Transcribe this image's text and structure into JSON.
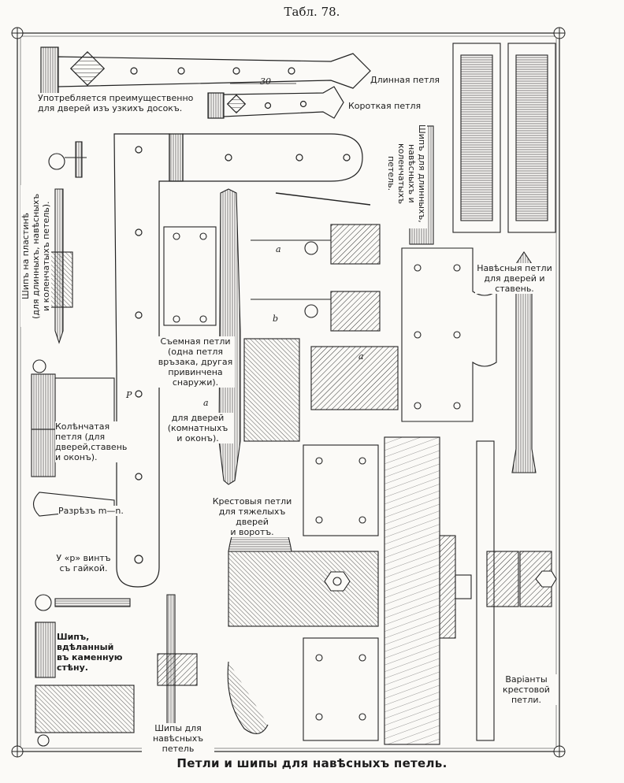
{
  "plate": {
    "title": "Табл. 78.",
    "caption": "Петли и шипы для навѣсныхъ петель."
  },
  "labels": {
    "long_hinge": "Длинная петля",
    "short_hinge": "Короткая петля",
    "narrow_boards": "Употребляется преимущественно\nдля дверей изъ узкихъ досокъ.",
    "dimension": "30",
    "plate_pin": "Шипъ на пластинѣ\n(для длинныхъ, навѣсныхъ\nи коленчатыхъ петель).",
    "long_hinge_pin": "Шипъ для длинныхъ,\nнавѣсныхъ и\nколенчатыхъ\nпетель.",
    "lift_off_hinge": "Съемная петли\n(одна петля\nвръзака, другая\nпривинчена\nснаружи).",
    "rooms_doors": "для дверей\n(комнатныхъ\nи оконъ).",
    "hanging_hinge": "Навѣсныя петли\nдля дверей и\nставень.",
    "knee_hinge": "Колѣнчатая\nпетля (для\nдверей,ставень\nи оконъ).",
    "section": "Разрѣзъ m—n.",
    "screw": "У «р» винтъ\nсъ гайкой.",
    "cross_hinge": "Крестовыя петли\nдля тяжелыхъ дверей\nи воротъ.",
    "wall_pin": "Шипъ, вдѣланный\nвъ каменную стѣну.",
    "hanging_pins": "Шипы для\nнавѣсныхъ петель",
    "cross_variants": "Варіанты\nкрестовой\nпетли.",
    "letter_a": "a",
    "letter_b": "b",
    "letter_a2": "a",
    "letter_p": "P",
    "letter_a3": "a"
  },
  "icons": [
    "hinge-strap-icon",
    "hinge-pin-icon",
    "bolt-nut-icon"
  ]
}
